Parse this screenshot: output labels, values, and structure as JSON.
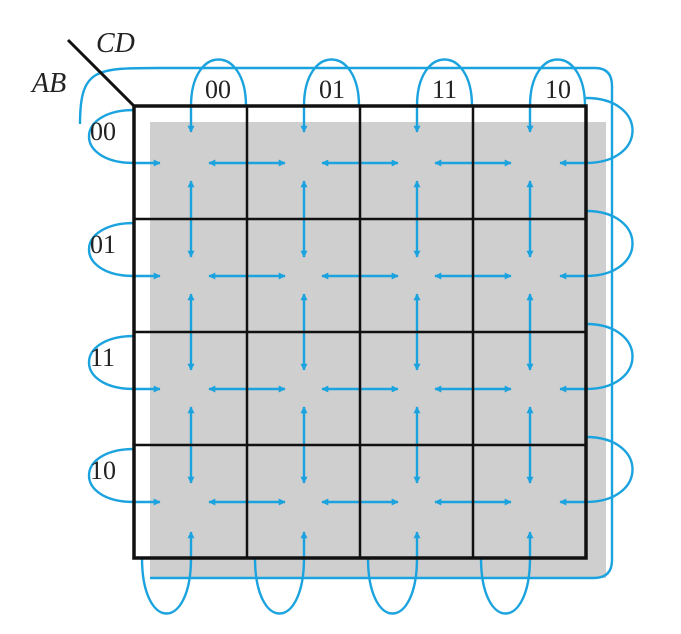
{
  "diagram": {
    "row_variable_label": "AB",
    "column_variable_label": "CD",
    "column_codes": [
      "00",
      "01",
      "11",
      "10"
    ],
    "row_codes": [
      "00",
      "01",
      "11",
      "10"
    ],
    "grid": {
      "rows": 4,
      "columns": 4
    },
    "adjacency": {
      "within_grid": "double-headed arrows between horizontally and vertically neighboring cells",
      "row_wrap": "each row's first and last cells are linked by a wrap-around arrow",
      "column_wrap": "each column's top and bottom cells are linked by a wrap-around arrow"
    }
  },
  "colors": {
    "arrow": "#1aa3de",
    "grid_line": "#111111",
    "shadow": "#cfcfcf",
    "text": "#222222"
  }
}
